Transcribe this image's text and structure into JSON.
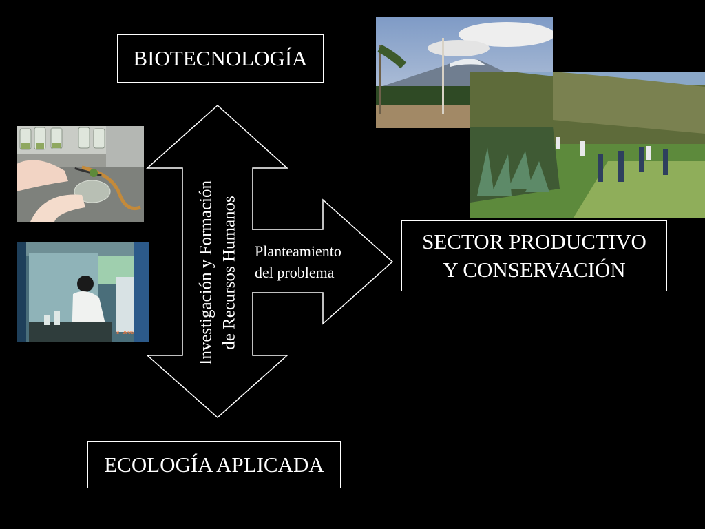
{
  "boxes": {
    "biotecnologia": "BIOTECNOLOGÍA",
    "ecologia": "ECOLOGÍA APLICADA",
    "sector_line1": "SECTOR PRODUCTIVO",
    "sector_line2": "Y CONSERVACIÓN"
  },
  "arrow_labels": {
    "vertical_line1": "Investigación y Formación",
    "vertical_line2": "de Recursos Humanos",
    "horizontal_line1": "Planteamiento",
    "horizontal_line2": "del problema"
  },
  "colors": {
    "background": "#000000",
    "foreground": "#ffffff"
  },
  "photo_date_stamp": "8 2006"
}
